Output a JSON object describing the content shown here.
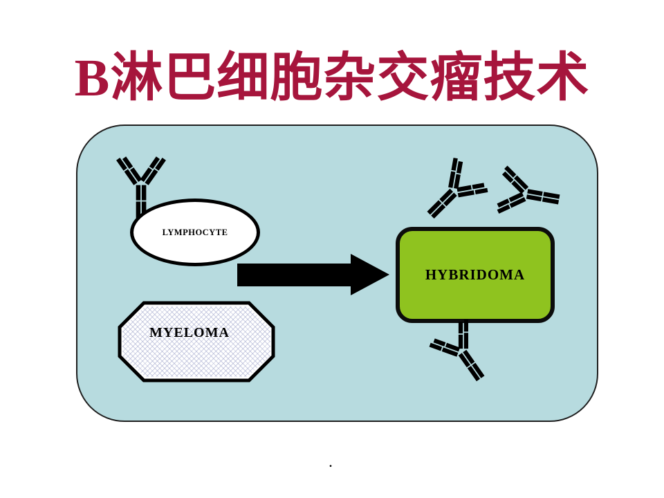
{
  "slide": {
    "title": "B淋巴细胞杂交瘤技术",
    "footer_dot": "."
  },
  "diagram": {
    "labels": {
      "lymphocyte": "LYMPHOCYTE",
      "myeloma": "MYELOMA",
      "hybridoma": "HYBRIDOMA"
    },
    "icons": {
      "antibody": "antibody-icon",
      "arrow": "fusion-arrow-icon"
    },
    "colors": {
      "title-red": "#A6153C",
      "panel-bg": "#B7DBDF",
      "hybridoma-green": "#8FC31F",
      "antibody-yellow": "#FFEE00",
      "outline": "#000000",
      "myeloma-pattern": "#9AA0C8"
    }
  }
}
